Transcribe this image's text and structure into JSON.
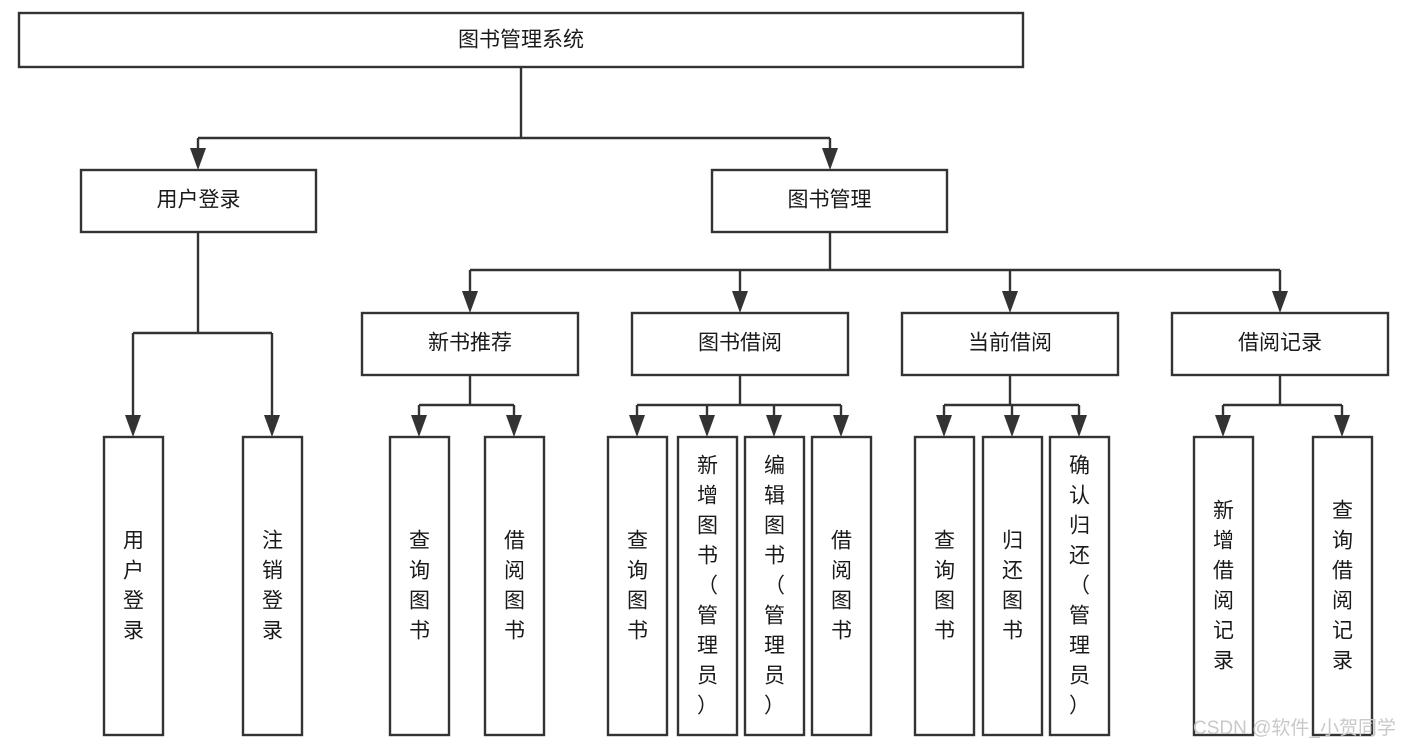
{
  "diagram": {
    "title": "图书管理系统",
    "type": "tree",
    "orientation": "top-down",
    "colors": {
      "box_fill": "#ffffff",
      "box_stroke": "#333333",
      "text": "#1a1a1a",
      "background": "#ffffff",
      "watermark": "#c9c9c9"
    },
    "root": {
      "label": "图书管理系统"
    },
    "level2": [
      {
        "id": "user-login",
        "label": "用户登录"
      },
      {
        "id": "book-management",
        "label": "图书管理"
      }
    ],
    "level3": [
      {
        "id": "new-book-recommend",
        "label": "新书推荐",
        "parent": "book-management"
      },
      {
        "id": "book-borrow",
        "label": "图书借阅",
        "parent": "book-management"
      },
      {
        "id": "current-borrow",
        "label": "当前借阅",
        "parent": "book-management"
      },
      {
        "id": "borrow-record",
        "label": "借阅记录",
        "parent": "book-management"
      }
    ],
    "leaves": [
      {
        "id": "leaf-user-login",
        "label": "用户登录",
        "parent": "user-login"
      },
      {
        "id": "leaf-user-logout",
        "label": "注销登录",
        "parent": "user-login"
      },
      {
        "id": "leaf-query-book-1",
        "label": "查询图书",
        "parent": "new-book-recommend"
      },
      {
        "id": "leaf-borrow-book-1",
        "label": "借阅图书",
        "parent": "new-book-recommend"
      },
      {
        "id": "leaf-query-book-2",
        "label": "查询图书",
        "parent": "book-borrow"
      },
      {
        "id": "leaf-add-book",
        "label": "新增图书（管理员）",
        "parent": "book-borrow"
      },
      {
        "id": "leaf-edit-book",
        "label": "编辑图书（管理员）",
        "parent": "book-borrow"
      },
      {
        "id": "leaf-borrow-book-2",
        "label": "借阅图书",
        "parent": "book-borrow"
      },
      {
        "id": "leaf-query-book-3",
        "label": "查询图书",
        "parent": "current-borrow"
      },
      {
        "id": "leaf-return-book",
        "label": "归还图书",
        "parent": "current-borrow"
      },
      {
        "id": "leaf-confirm-return",
        "label": "确认归还（管理员）",
        "parent": "current-borrow"
      },
      {
        "id": "leaf-add-record",
        "label": "新增借阅记录",
        "parent": "borrow-record"
      },
      {
        "id": "leaf-query-record",
        "label": "查询借阅记录",
        "parent": "borrow-record"
      }
    ],
    "watermark": "CSDN @软件_小贺同学"
  }
}
